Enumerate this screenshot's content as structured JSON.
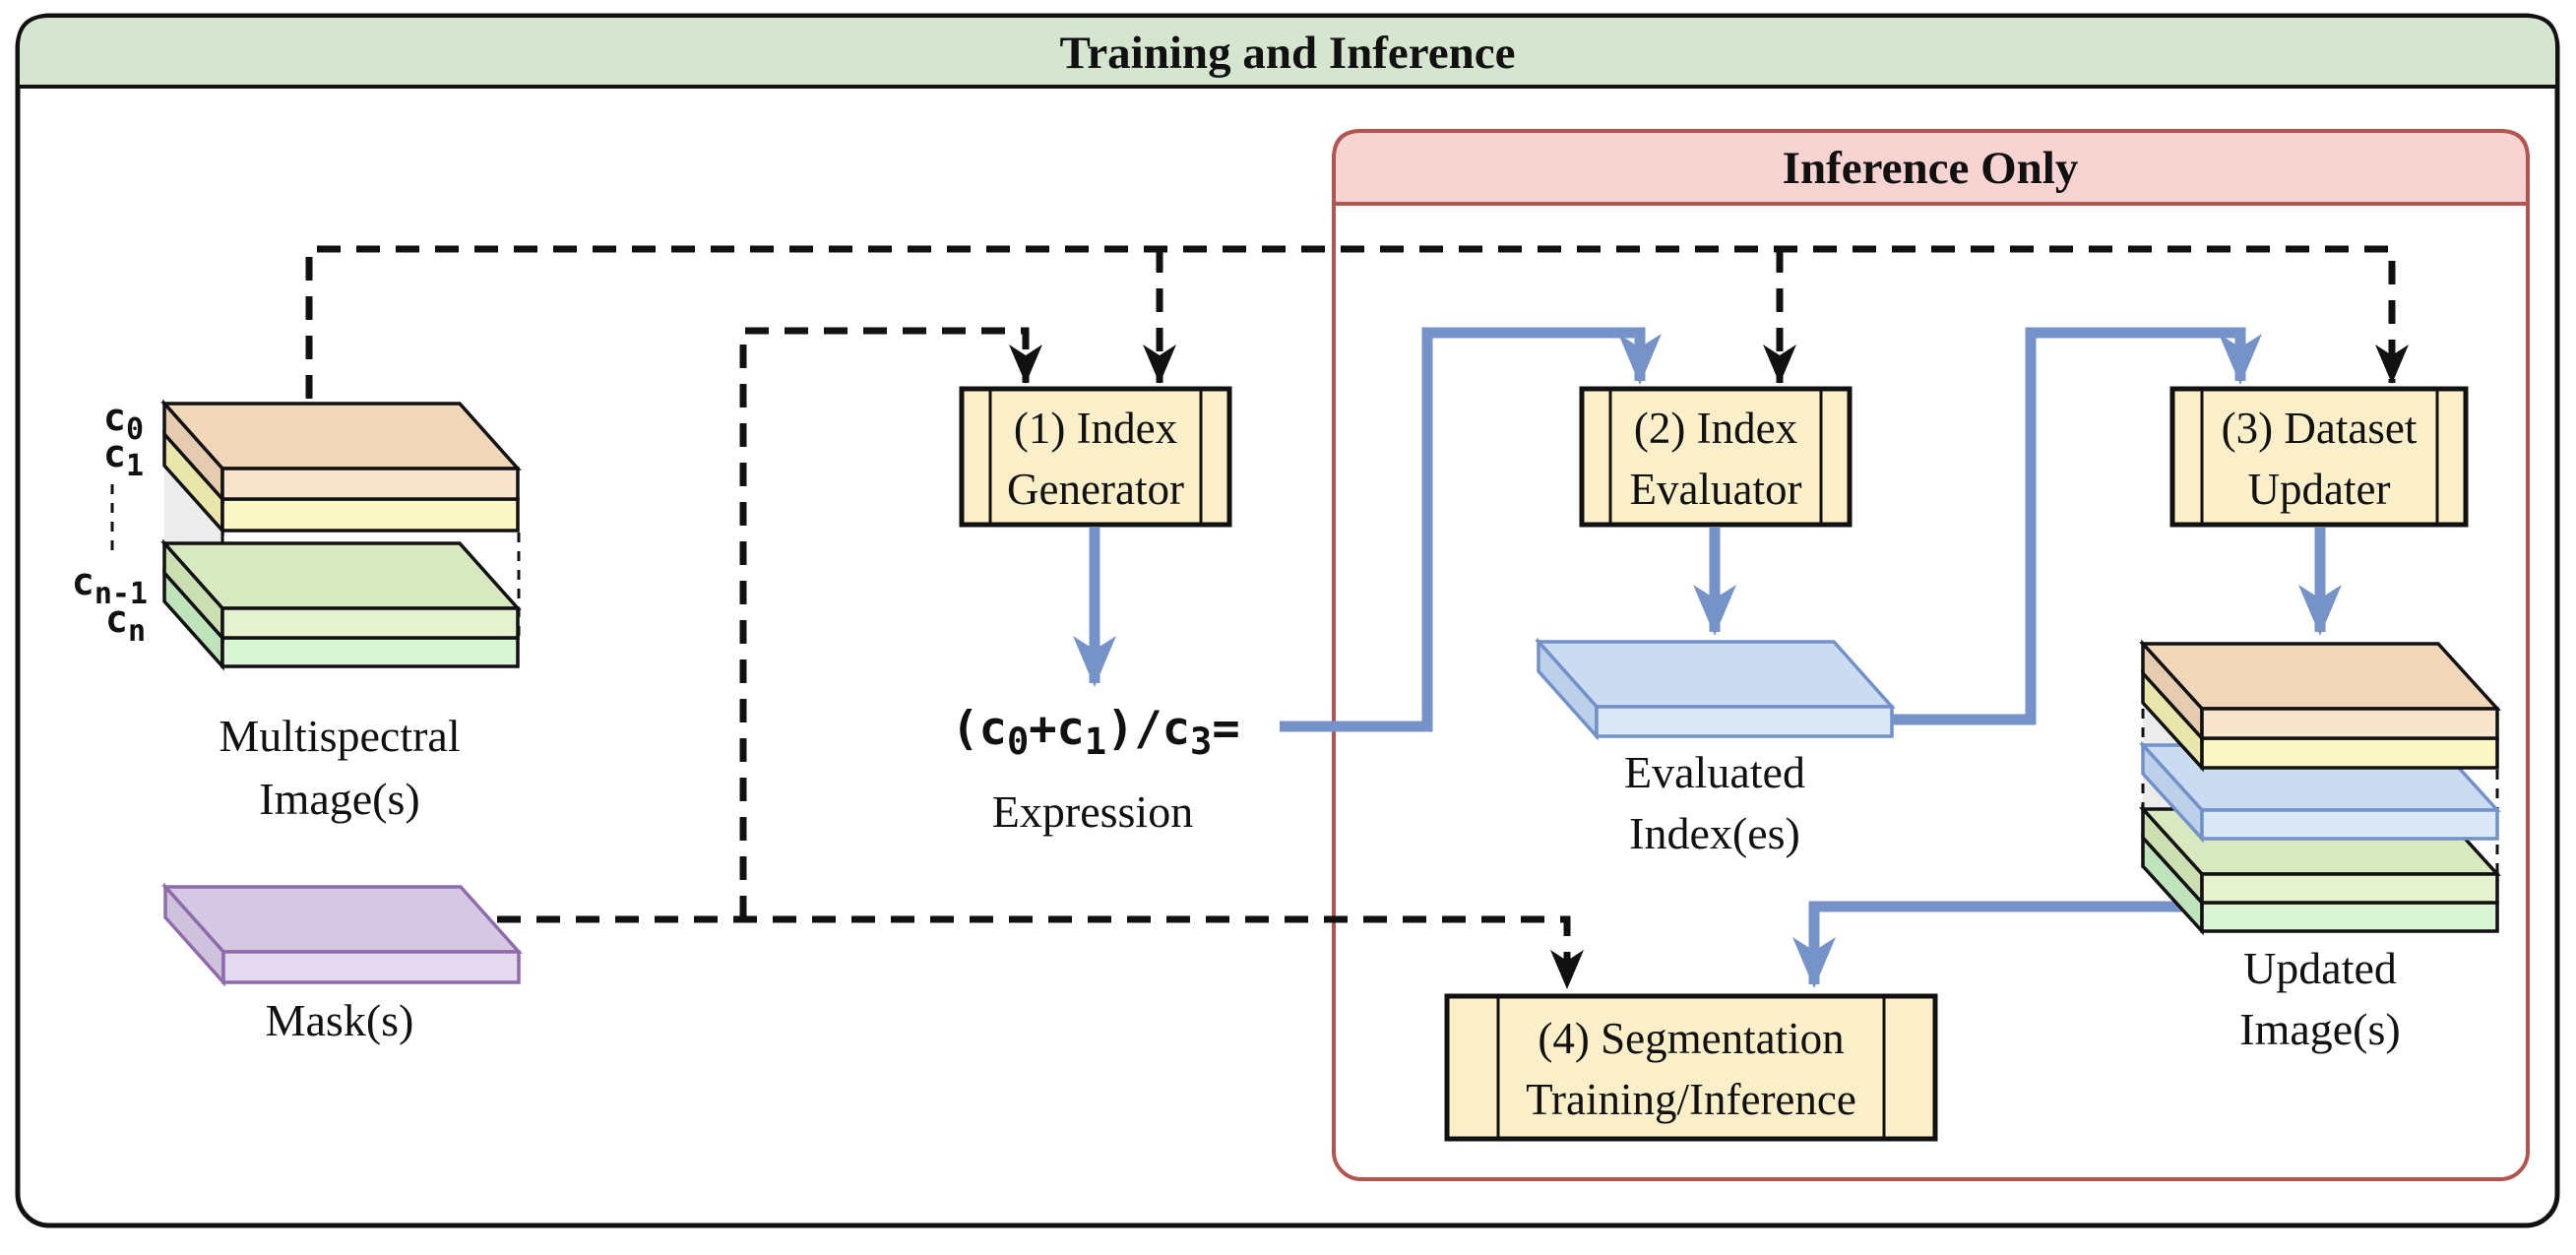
{
  "header": {
    "title": "Training and Inference"
  },
  "inference_panel": {
    "title": "Inference Only"
  },
  "nodes": {
    "index_generator": {
      "line1": "(1) Index",
      "line2": "Generator"
    },
    "index_evaluator": {
      "line1": "(2) Index",
      "line2": "Evaluator"
    },
    "dataset_updater": {
      "line1": "(3) Dataset",
      "line2": "Updater"
    },
    "segmentation": {
      "line1": "(4) Segmentation",
      "line2": "Training/Inference"
    }
  },
  "multispectral": {
    "caption1": "Multispectral",
    "caption2": "Image(s)",
    "channels": {
      "c0": {
        "base": "c",
        "sub": "0"
      },
      "c1": {
        "base": "c",
        "sub": "1"
      },
      "cn1": {
        "base": "c",
        "sub": "n-1"
      },
      "cn": {
        "base": "c",
        "sub": "n"
      }
    }
  },
  "mask": {
    "caption": "Mask(s)"
  },
  "expression": {
    "caption": "Expression",
    "formula": {
      "p1": "(c",
      "s1": "0",
      "p2": "+c",
      "s2": "1",
      "p3": ")/c",
      "s3": "3",
      "p4": "="
    }
  },
  "evaluated_index": {
    "caption1": "Evaluated",
    "caption2": "Index(es)"
  },
  "updated_images": {
    "caption1": "Updated",
    "caption2": "Image(s)"
  },
  "colors": {
    "header_fill": "#d5e5cf",
    "inference_band_fill": "#f7d3d1",
    "inference_border": "#b25450",
    "node_fill": "#faefc9",
    "arrow_blue": "#7693c9",
    "dashed_black": "#111111",
    "mask_border": "#8f6bac",
    "index_border": "#7191c8",
    "slab": {
      "orange_top": "#f1d7ba",
      "orange_side": "#e5ccb1",
      "orange_front": "#f9e5ce",
      "yellow_top": "#f4efb4",
      "yellow_side": "#e9e6ab",
      "yellow_front": "#fcf8c5",
      "green_top": "#d8e9bf",
      "green_side": "#cbdfb3",
      "green_front": "#e6f2cf",
      "lgreen_top": "#cdeec8",
      "lgreen_side": "#bfe3bb",
      "lgreen_front": "#d9f6d4",
      "purple_top": "#d5c8e2",
      "purple_side": "#cfc2dd",
      "purple_front": "#e4daf0",
      "blue_top": "#cbdcf2",
      "blue_side": "#bdd0ea",
      "blue_front": "#dbe8f8"
    }
  }
}
